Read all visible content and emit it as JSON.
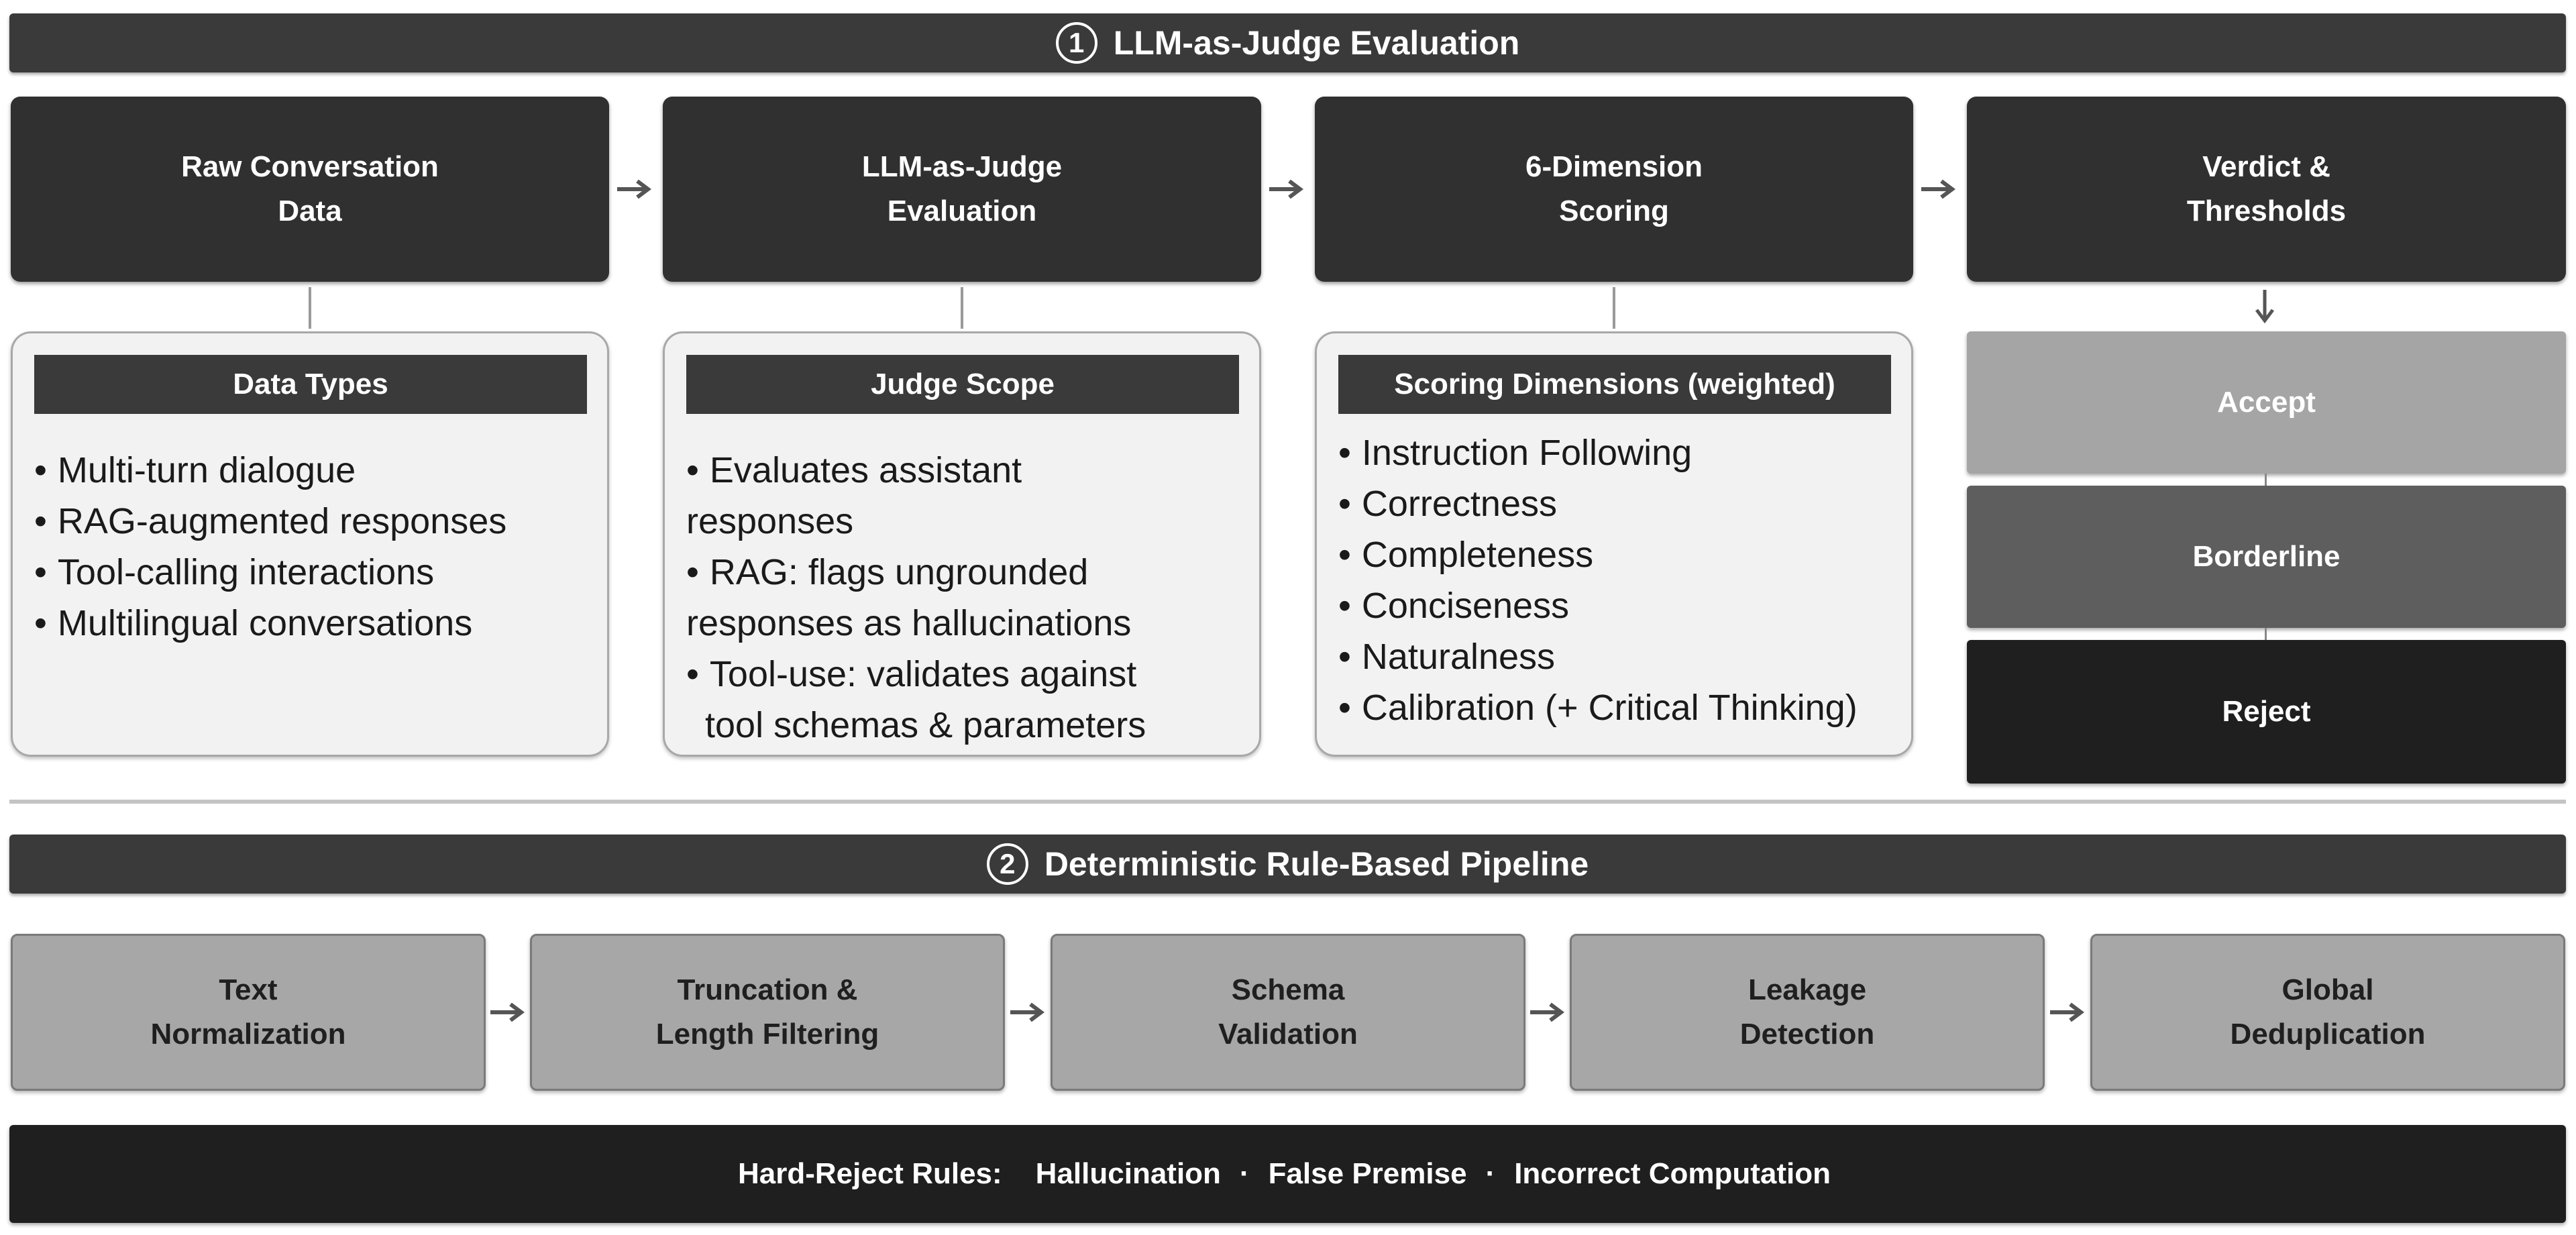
{
  "section1": {
    "number": "1",
    "title": "LLM-as-Judge Evaluation"
  },
  "stages": [
    {
      "line1": "Raw Conversation",
      "line2": "Data"
    },
    {
      "line1": "LLM-as-Judge",
      "line2": "Evaluation"
    },
    {
      "line1": "6-Dimension",
      "line2": "Scoring"
    },
    {
      "line1": "Verdict &",
      "line2": "Thresholds"
    }
  ],
  "panels": [
    {
      "header": "Data Types",
      "items": [
        [
          "Multi-turn dialogue"
        ],
        [
          "RAG-augmented responses"
        ],
        [
          "Tool-calling interactions"
        ],
        [
          "Multilingual conversations"
        ]
      ]
    },
    {
      "header": "Judge Scope",
      "items": [
        [
          "Evaluates assistant",
          "responses"
        ],
        [
          "RAG: flags ungrounded",
          "responses as hallucinations"
        ],
        [
          "Tool-use: validates against",
          "tool schemas & parameters"
        ]
      ]
    },
    {
      "header": "Scoring Dimensions  (weighted)",
      "items": [
        [
          "Instruction Following"
        ],
        [
          "Correctness"
        ],
        [
          "Completeness"
        ],
        [
          "Conciseness"
        ],
        [
          "Naturalness"
        ],
        [
          "Calibration  (+ Critical Thinking)"
        ]
      ]
    }
  ],
  "verdicts": [
    {
      "label": "Accept",
      "color": "#a5a5a5"
    },
    {
      "label": "Borderline",
      "color": "#5e5e5e"
    },
    {
      "label": "Reject",
      "color": "#1f1f1f"
    }
  ],
  "section2": {
    "number": "2",
    "title": "Deterministic Rule-Based Pipeline"
  },
  "steps": [
    {
      "line1": "Text",
      "line2": "Normalization"
    },
    {
      "line1": "Truncation &",
      "line2": "Length Filtering"
    },
    {
      "line1": "Schema",
      "line2": "Validation"
    },
    {
      "line1": "Leakage",
      "line2": "Detection"
    },
    {
      "line1": "Global",
      "line2": "Deduplication"
    }
  ],
  "hard_reject": {
    "label": "Hard-Reject Rules:",
    "rules": [
      "Hallucination",
      "False Premise",
      "Incorrect Computation"
    ],
    "separator": "·"
  },
  "icons": {
    "bullet": "•",
    "arrow": "arrow-right-icon",
    "down_arrow": "arrow-down-icon"
  },
  "colors": {
    "dark": "#303030",
    "banner": "#3a3a3a",
    "panel_bg": "#f2f2f2",
    "step_bg": "#a7a7a7"
  }
}
